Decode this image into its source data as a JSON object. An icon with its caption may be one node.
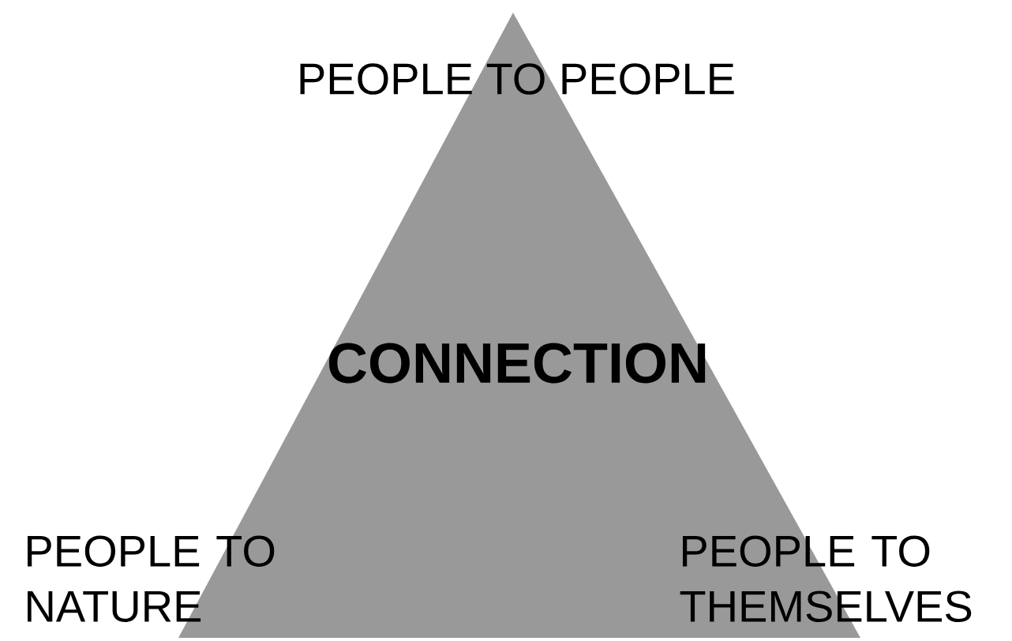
{
  "diagram": {
    "nodes": [
      {
        "text": [
          "CONNECTION"
        ]
      }
    ],
    "labels": [
      "PEOPLE TO PEOPLE",
      "PEOPLE TO NATURE",
      "PEOPLE TO THEMSELVES"
    ]
  }
}
